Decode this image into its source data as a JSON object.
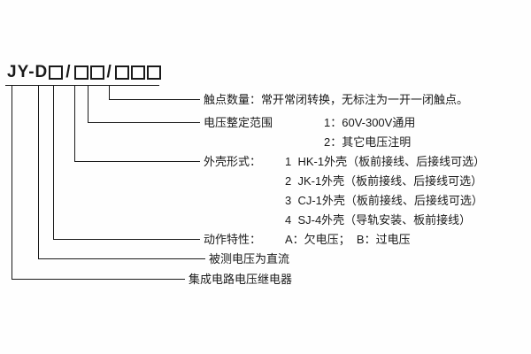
{
  "model": {
    "prefix": "JY-D",
    "slash1": "/",
    "slash2": "/"
  },
  "annotations": {
    "contact_count": "触点数量：常开常闭转换，无标注为一开一闭触点。",
    "voltage_range": {
      "label": "电压整定范围",
      "opt1": "1：60V-300V通用",
      "opt2": "2：其它电压注明"
    },
    "shell": {
      "label": "外壳形式：",
      "opt1": "1  HK-1外壳（板前接线、后接线可选）",
      "opt2": "2  JK-1外壳（板前接线、后接线可选）",
      "opt3": "3  CJ-1外壳（板前接线、后接线可选）",
      "opt4": "4  SJ-4外壳（导轨安装、板前接线）"
    },
    "action": {
      "label": "动作特性：",
      "options": "A：欠电压；  B：过电压"
    },
    "measured_voltage": "被测电压为直流",
    "relay_name": "集成电路电压继电器"
  }
}
